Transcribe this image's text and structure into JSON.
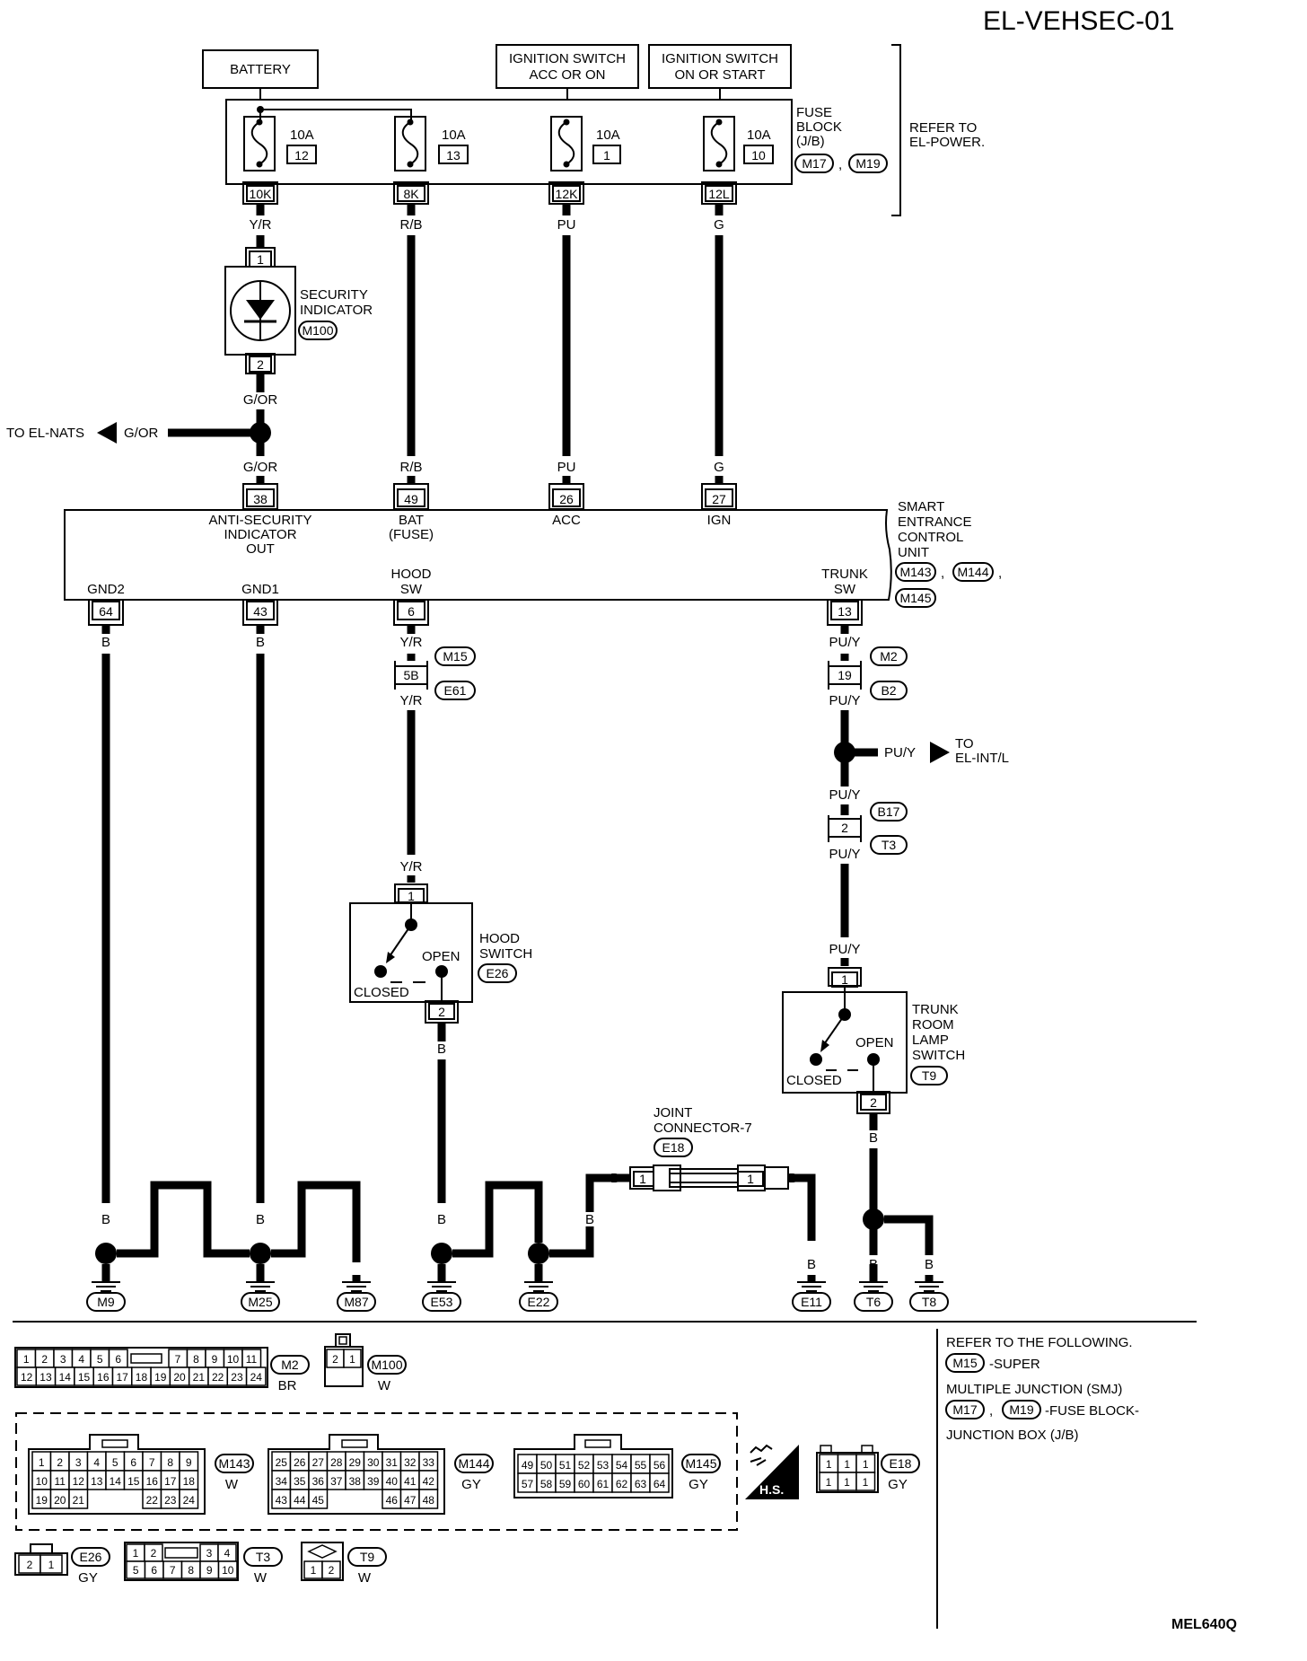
{
  "diagram_id": "EL-VEHSEC-01",
  "page_code": "MEL640Q",
  "sources": {
    "battery": "BATTERY",
    "ign_acc": [
      "IGNITION SWITCH",
      "ACC OR ON"
    ],
    "ign_on": [
      "IGNITION SWITCH",
      "ON OR START"
    ]
  },
  "fuse_block": {
    "label": [
      "FUSE",
      "BLOCK",
      "(J/B)"
    ],
    "connectors": [
      "M17",
      "M19"
    ],
    "sep": ",",
    "refer": [
      "REFER TO",
      "EL-POWER."
    ],
    "fuses": [
      {
        "amp": "10A",
        "no": "12",
        "terminal": "10K",
        "wire": "Y/R"
      },
      {
        "amp": "10A",
        "no": "13",
        "terminal": "8K",
        "wire": "R/B"
      },
      {
        "amp": "10A",
        "no": "1",
        "terminal": "12K",
        "wire": "PU"
      },
      {
        "amp": "10A",
        "no": "10",
        "terminal": "12L",
        "wire": "G"
      }
    ]
  },
  "security_indicator": {
    "label": [
      "SECURITY",
      "INDICATOR"
    ],
    "connector": "M100",
    "pin_top": "1",
    "pin_bottom": "2",
    "wire_out": "G/OR"
  },
  "to_el_nats": {
    "text": "TO EL-NATS",
    "wire": "G/OR"
  },
  "control_unit": {
    "label": [
      "SMART",
      "ENTRANCE",
      "CONTROL",
      "UNIT"
    ],
    "connectors": [
      "M143",
      "M144",
      "M145"
    ],
    "sep": ",",
    "top_pins": [
      {
        "no": "38",
        "wire": "G/OR",
        "name": [
          "ANTI-SECURITY",
          "INDICATOR",
          "OUT"
        ]
      },
      {
        "no": "49",
        "wire": "R/B",
        "name": [
          "BAT",
          "(FUSE)"
        ]
      },
      {
        "no": "26",
        "wire": "PU",
        "name": [
          "ACC"
        ]
      },
      {
        "no": "27",
        "wire": "G",
        "name": [
          "IGN"
        ]
      }
    ],
    "bottom_pins": [
      {
        "no": "64",
        "wire": "B",
        "name": [
          "GND2"
        ]
      },
      {
        "no": "43",
        "wire": "B",
        "name": [
          "GND1"
        ]
      },
      {
        "no": "6",
        "wire": "Y/R",
        "name": [
          "HOOD",
          "SW"
        ]
      },
      {
        "no": "13",
        "wire": "PU/Y",
        "name": [
          "TRUNK",
          "SW"
        ]
      }
    ]
  },
  "hood_path": {
    "pin": "5B",
    "conn_top": "M15",
    "conn_bottom": "E61",
    "wire_top": "Y/R",
    "wire_mid": "Y/R",
    "wire_sw": "Y/R"
  },
  "trunk_path": {
    "pin1": "19",
    "conn1_top": "M2",
    "conn1_bottom": "B2",
    "pin2": "2",
    "conn2_top": "B17",
    "conn2_bottom": "T3",
    "wire": "PU/Y",
    "to": {
      "wire": "PU/Y",
      "text": [
        "TO",
        "EL-INT/L"
      ]
    }
  },
  "hood_switch": {
    "label": [
      "HOOD",
      "SWITCH"
    ],
    "connector": "E26",
    "open": "OPEN",
    "closed": "CLOSED",
    "pin_top": "1",
    "pin_bottom": "2",
    "wire_out": "B"
  },
  "trunk_switch": {
    "label": [
      "TRUNK",
      "ROOM",
      "LAMP",
      "SWITCH"
    ],
    "connector": "T9",
    "open": "OPEN",
    "closed": "CLOSED",
    "pin_top": "1",
    "pin_bottom": "2",
    "wire_out": "B"
  },
  "joint_connector": {
    "label": [
      "JOINT",
      "CONNECTOR-7"
    ],
    "connector": "E18",
    "pin_left": "1",
    "pin_right": "1",
    "wire": "B"
  },
  "grounds": [
    "M9",
    "M25",
    "M87",
    "E53",
    "E22",
    "E11",
    "T6",
    "T8"
  ],
  "ground_wire": "B",
  "connector_views": {
    "m2": {
      "id": "M2",
      "color": "BR",
      "row1": [
        "1",
        "2",
        "3",
        "4",
        "5",
        "6",
        "",
        "7",
        "8",
        "9",
        "10",
        "11"
      ],
      "row2": [
        "12",
        "13",
        "14",
        "15",
        "16",
        "17",
        "18",
        "19",
        "20",
        "21",
        "22",
        "23",
        "24"
      ]
    },
    "m100": {
      "id": "M100",
      "color": "W",
      "cells": [
        "2",
        "1"
      ]
    },
    "m143": {
      "id": "M143",
      "color": "W",
      "rows": [
        [
          "1",
          "2",
          "3",
          "4",
          "5",
          "6",
          "7",
          "8",
          "9"
        ],
        [
          "10",
          "11",
          "12",
          "13",
          "14",
          "15",
          "16",
          "17",
          "18"
        ],
        [
          "19",
          "20",
          "21",
          "",
          "",
          "",
          "22",
          "23",
          "24"
        ]
      ]
    },
    "m144": {
      "id": "M144",
      "color": "GY",
      "rows": [
        [
          "25",
          "26",
          "27",
          "28",
          "29",
          "30",
          "31",
          "32",
          "33"
        ],
        [
          "34",
          "35",
          "36",
          "37",
          "38",
          "39",
          "40",
          "41",
          "42"
        ],
        [
          "43",
          "44",
          "45",
          "",
          "",
          "",
          "46",
          "47",
          "48"
        ]
      ]
    },
    "m145": {
      "id": "M145",
      "color": "GY",
      "rows": [
        [
          "49",
          "50",
          "51",
          "52",
          "53",
          "54",
          "55",
          "56"
        ],
        [
          "57",
          "58",
          "59",
          "60",
          "61",
          "62",
          "63",
          "64"
        ]
      ]
    },
    "hs": "H.S.",
    "e18": {
      "id": "E18",
      "color": "GY",
      "cells": [
        "1",
        "1",
        "1",
        "1",
        "1",
        "1"
      ]
    },
    "e26": {
      "id": "E26",
      "color": "GY",
      "cells": [
        "2",
        "1"
      ]
    },
    "t3": {
      "id": "T3",
      "color": "W",
      "row1": [
        "1",
        "2",
        "",
        "3",
        "4"
      ],
      "row2": [
        "5",
        "6",
        "7",
        "8",
        "9",
        "10"
      ]
    },
    "t9": {
      "id": "T9",
      "color": "W",
      "cells": [
        "1",
        "2"
      ]
    }
  },
  "refer_note": {
    "line1": "REFER TO THE FOLLOWING.",
    "smj_conn": "M15",
    "smj_text1": "-SUPER",
    "smj_text2": "MULTIPLE JUNCTION (SMJ)",
    "fb_conn1": "M17",
    "fb_sep": ",",
    "fb_conn2": "M19",
    "fb_text1": "-FUSE BLOCK-",
    "fb_text2": "JUNCTION BOX (J/B)"
  }
}
